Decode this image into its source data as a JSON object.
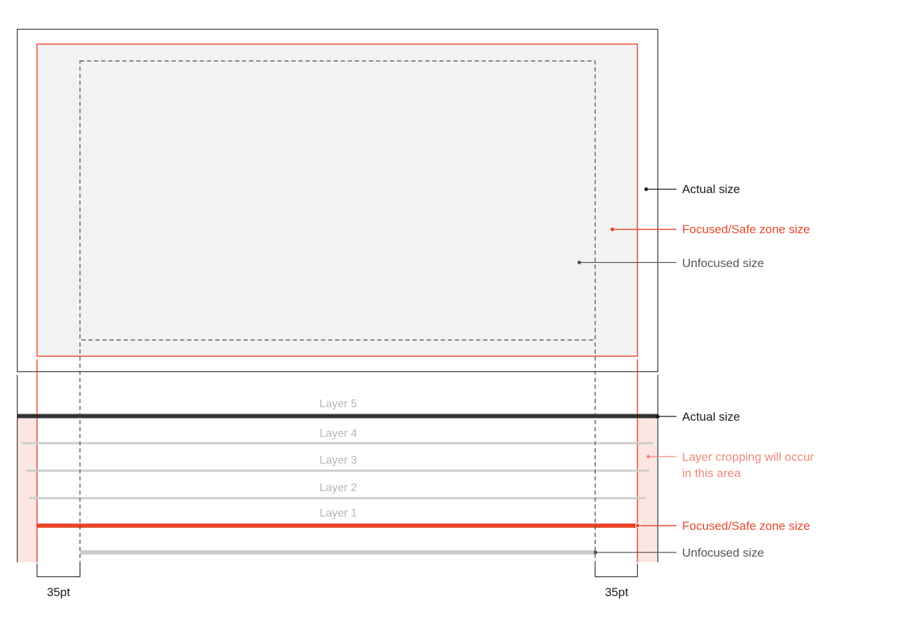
{
  "top_diagram": {
    "actual_label": "Actual size",
    "focused_label": "Focused/Safe zone size",
    "unfocused_label": "Unfocused size"
  },
  "layers_diagram": {
    "layers": [
      "Layer 5",
      "Layer 4",
      "Layer 3",
      "Layer 2",
      "Layer 1"
    ],
    "actual_label": "Actual size",
    "crop_label_line1": "Layer cropping will occur",
    "crop_label_line2": "in this area",
    "focused_label": "Focused/Safe zone size",
    "unfocused_label": "Unfocused size"
  },
  "measurements": {
    "left_inset": "35pt",
    "right_inset": "35pt"
  },
  "colors": {
    "accent_red": "#e8462a",
    "crop_zone_pink": "#fce6e2",
    "focused_fill": "#f2f2f2",
    "actual_stroke": "#333333",
    "layer_gray": "#cccccc",
    "crop_label": "#ef8a78"
  }
}
